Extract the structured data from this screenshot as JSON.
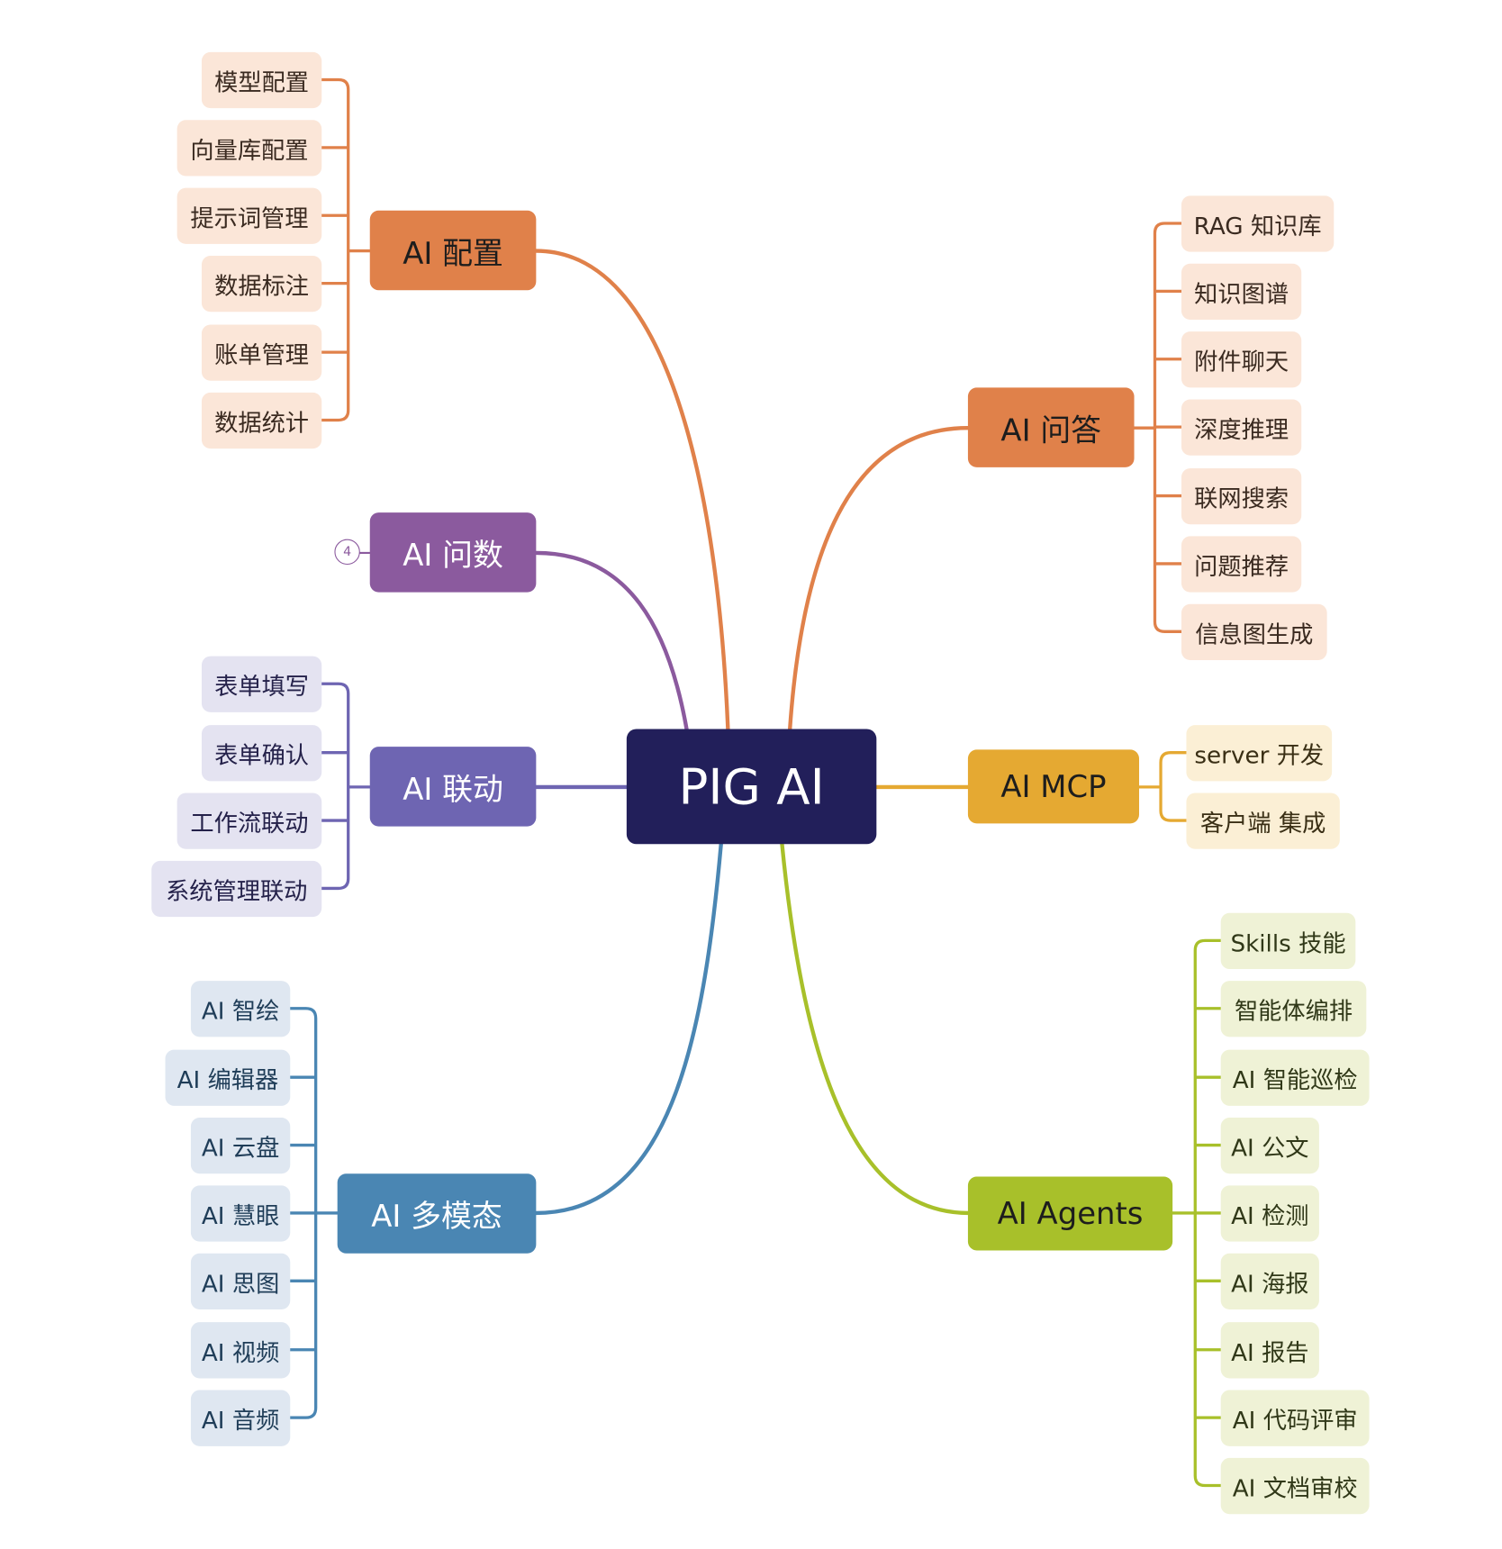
{
  "root": {
    "label": "PIG AI"
  },
  "colors": {
    "root": "#221f5a",
    "config": "#e0814a",
    "qa": "#e0814a",
    "data_qa": "#8b5a9e",
    "linkage": "#6e65b2",
    "multimodal": "#4a86b3",
    "mcp": "#e5a932",
    "agents": "#a8c02a"
  },
  "branches": {
    "config": {
      "label": "AI 配置",
      "leaves": [
        "模型配置",
        "向量库配置",
        "提示词管理",
        "数据标注",
        "账单管理",
        "数据统计"
      ]
    },
    "data_qa": {
      "label": "AI 问数",
      "collapsed_count": "4"
    },
    "linkage": {
      "label": "AI 联动",
      "leaves": [
        "表单填写",
        "表单确认",
        "工作流联动",
        "系统管理联动"
      ]
    },
    "multimodal": {
      "label": "AI 多模态",
      "leaves": [
        "AI 智绘",
        "AI 编辑器",
        "AI 云盘",
        "AI 慧眼",
        "AI 思图",
        "AI 视频",
        "AI 音频"
      ]
    },
    "qa": {
      "label": "AI 问答",
      "leaves": [
        "RAG 知识库",
        "知识图谱",
        "附件聊天",
        "深度推理",
        "联网搜索",
        "问题推荐",
        "信息图生成"
      ]
    },
    "mcp": {
      "label": "AI MCP",
      "leaves": [
        "server 开发",
        "客户端 集成"
      ]
    },
    "agents": {
      "label": "AI Agents",
      "leaves": [
        "Skills 技能",
        "智能体编排",
        "AI 智能巡检",
        "AI 公文",
        "AI 检测",
        "AI 海报",
        "AI 报告",
        "AI 代码评审",
        "AI 文档审校"
      ]
    }
  }
}
